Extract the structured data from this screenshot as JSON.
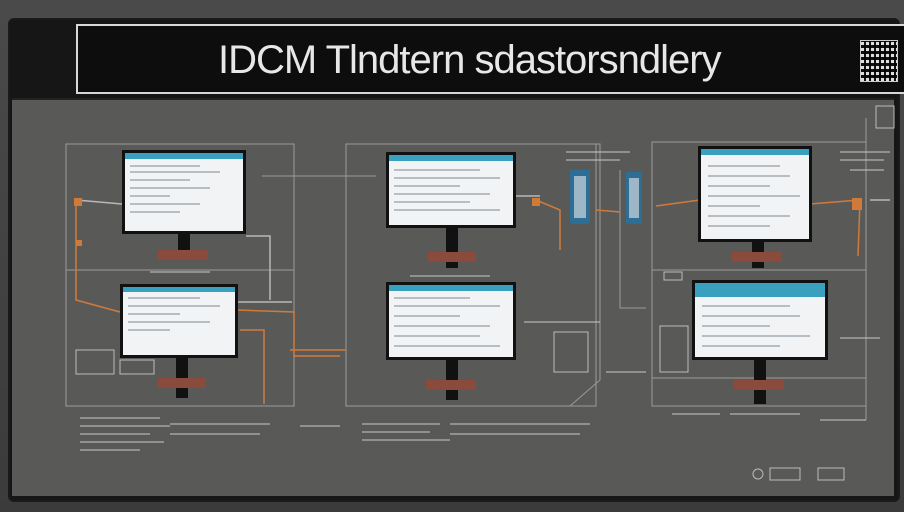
{
  "header": {
    "title": "IDCM  Tlndtern sdastorsndlery"
  },
  "colors": {
    "background": "#595a58",
    "title_bar": "#0d0d0d",
    "screen": "#f4f6f8",
    "screen_header": "#3aa0c0",
    "wire_orange": "#d07a3a",
    "wire_grey": "#b8b8b8",
    "stand_red": "#8a4a3c"
  },
  "panels": [
    {
      "id": "left",
      "monitors": 2
    },
    {
      "id": "center",
      "monitors": 2
    },
    {
      "id": "right",
      "monitors": 2
    }
  ],
  "icons": [
    "monitor-icon",
    "qr-code-icon",
    "network-switch-icon",
    "keyboard-icon"
  ]
}
